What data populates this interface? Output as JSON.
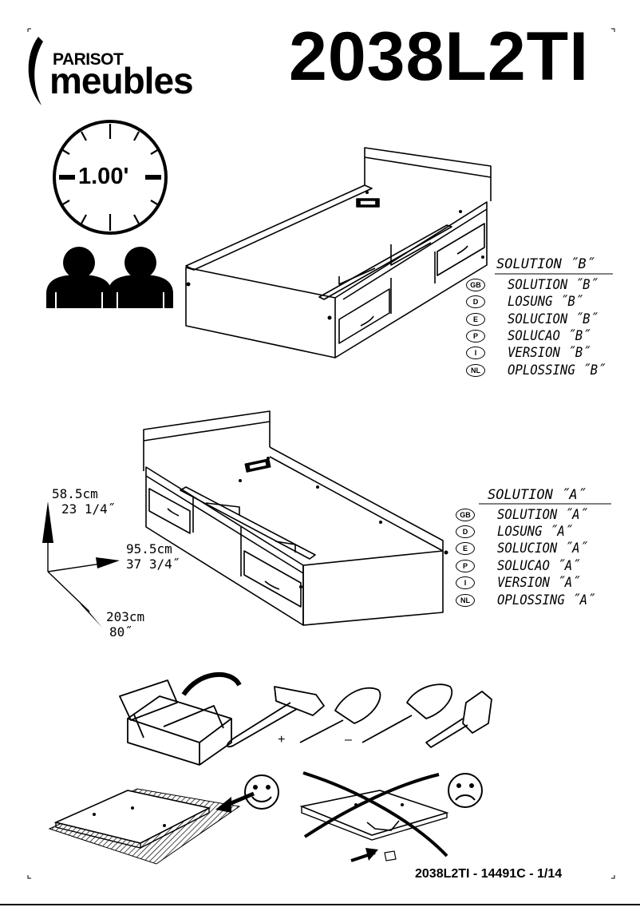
{
  "header": {
    "brand_top": "PARISOT",
    "brand_bottom": "meubles",
    "model": "2038L2TI"
  },
  "assembly_time": "1.00'",
  "solution_b": {
    "heading": "SOLUTION ˝B˝",
    "languages": [
      {
        "code": "GB",
        "text": "SOLUTION ˝B˝"
      },
      {
        "code": "D",
        "text": "LOSUNG ˝B˝"
      },
      {
        "code": "E",
        "text": "SOLUCION ˝B˝"
      },
      {
        "code": "P",
        "text": "SOLUCAO ˝B˝"
      },
      {
        "code": "I",
        "text": "VERSION ˝B˝"
      },
      {
        "code": "NL",
        "text": "OPLOSSING ˝B˝"
      }
    ]
  },
  "solution_a": {
    "heading": "SOLUTION ˝A˝",
    "languages": [
      {
        "code": "GB",
        "text": "SOLUTION ˝A˝"
      },
      {
        "code": "D",
        "text": "LOSUNG ˝A˝"
      },
      {
        "code": "E",
        "text": "SOLUCION ˝A˝"
      },
      {
        "code": "P",
        "text": "SOLUCAO ˝A˝"
      },
      {
        "code": "I",
        "text": "VERSION ˝A˝"
      },
      {
        "code": "NL",
        "text": "OPLOSSING ˝A˝"
      }
    ]
  },
  "dimensions": {
    "height_cm": "58.5cm",
    "height_in": "23 1/4˝",
    "width_cm": "95.5cm",
    "width_in": "37 3/4˝",
    "length_cm": "203cm",
    "length_in": "80˝"
  },
  "tools": {
    "plus": "+",
    "minus": "–"
  },
  "footer": "2038L2TI  -  14491C  -  1/14"
}
